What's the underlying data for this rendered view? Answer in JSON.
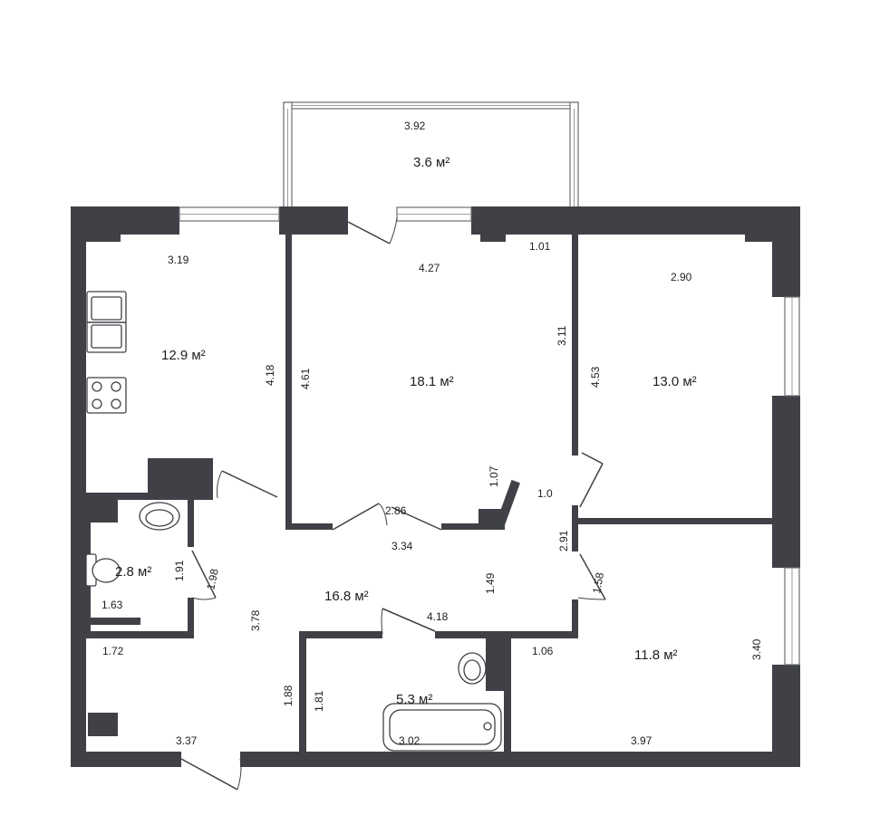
{
  "floor_plan": {
    "rooms": [
      {
        "id": "balcony",
        "area": "3.6 м²",
        "dims": [
          "3.92"
        ]
      },
      {
        "id": "kitchen",
        "area": "12.9 м²",
        "dims": [
          "3.19",
          "4.18"
        ]
      },
      {
        "id": "living",
        "area": "18.1 м²",
        "dims": [
          "4.27",
          "4.61",
          "3.11",
          "1.01",
          "1.07",
          "2.86"
        ]
      },
      {
        "id": "bedroom1",
        "area": "13.0 м²",
        "dims": [
          "2.90",
          "4.53"
        ]
      },
      {
        "id": "wc",
        "area": "2.8 м²",
        "dims": [
          "1.91",
          "1.63"
        ]
      },
      {
        "id": "hall",
        "area": "16.8 м²",
        "dims": [
          "3.34",
          "1.98",
          "3.78",
          "1.49",
          "4.18",
          "1.0",
          "2.91",
          "1.58"
        ]
      },
      {
        "id": "entry",
        "area": "",
        "dims": [
          "1.72",
          "1.88",
          "3.37"
        ]
      },
      {
        "id": "bathroom",
        "area": "5.3 м²",
        "dims": [
          "1.81",
          "3.02"
        ]
      },
      {
        "id": "bedroom2",
        "area": "11.8 м²",
        "dims": [
          "1.06",
          "3.40",
          "3.97"
        ]
      }
    ]
  }
}
